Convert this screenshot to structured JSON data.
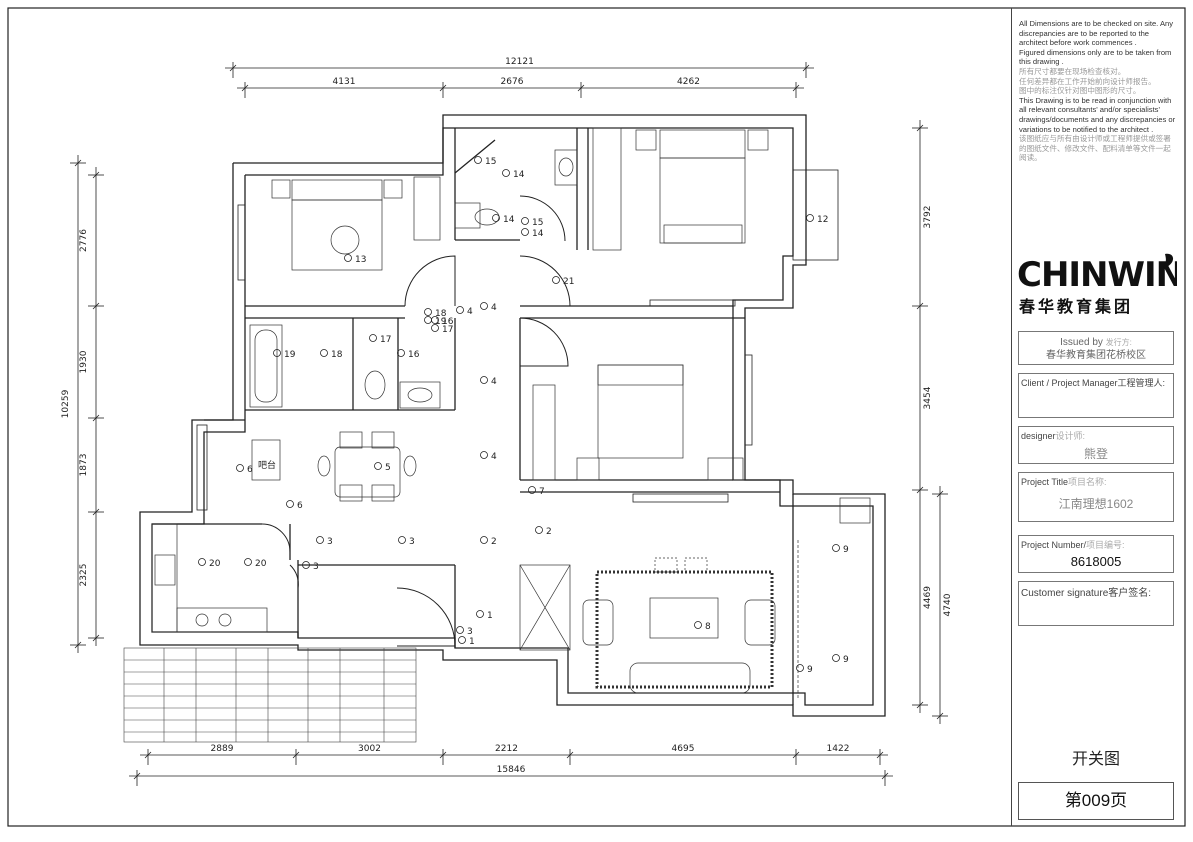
{
  "drawing": {
    "dims_top": {
      "total": "12121",
      "segments": [
        "4131",
        "2676",
        "4262"
      ]
    },
    "dims_bottom": {
      "total": "15846",
      "segments": [
        "2889",
        "3002",
        "2212",
        "4695",
        "1422"
      ]
    },
    "dims_left": {
      "total": "10259",
      "segments": [
        "2776",
        "1930",
        "1873",
        "2325"
      ]
    },
    "dims_right": {
      "inner": [
        "3792",
        "3454",
        "4469"
      ],
      "outer": "4740"
    },
    "room_labels": [
      "12",
      "13",
      "14",
      "14",
      "14",
      "15",
      "15",
      "16",
      "16",
      "17",
      "17",
      "18",
      "18",
      "19",
      "19",
      "20",
      "20",
      "21",
      "1",
      "1",
      "2",
      "2",
      "3",
      "3",
      "3",
      "3",
      "4",
      "4",
      "4",
      "4",
      "5",
      "6",
      "6",
      "7",
      "8",
      "9",
      "9",
      "9"
    ],
    "bar_label": "吧台"
  },
  "notes": [
    {
      "text": "All Dimensions are to be checked on site. Any discrepancies are to be reported to the architect before work commences .",
      "cn": false
    },
    {
      "text": "Figured dimensions only are to be taken from this drawing .",
      "cn": false
    },
    {
      "text": "所有尺寸都要在现场检查核对。",
      "cn": true
    },
    {
      "text": "任何差异都在工作开始前向设计师报告。",
      "cn": true
    },
    {
      "text": "图中的标注仅针对图中图形的尺寸。",
      "cn": true
    },
    {
      "text": "This Drawing is to be read in conjunction with all relevant consultants' and/or specialists' drawings/documents and any discrepancies or variations to be notified to the architect .",
      "cn": false
    },
    {
      "text": "该图纸应与所有由设计师或工程师提供或签署的图纸文件、修改文件、配料清单等文件一起阅读。",
      "cn": true
    }
  ],
  "logo": {
    "name": "CHINWIN",
    "sub": "春华教育集团"
  },
  "issued": {
    "label": "Issued by",
    "label_cn": "发行方:",
    "value": "春华教育集团花桥校区"
  },
  "client": {
    "label": "Client / Project Manager",
    "label_cn": "工程管理人:"
  },
  "designer": {
    "label": "designer",
    "label_cn": "设计师:",
    "value": "熊登"
  },
  "project_title": {
    "label": "Project Title",
    "label_cn": "项目名称:",
    "value": "江南理想1602"
  },
  "project_number": {
    "label": "Project Number/",
    "label_cn": "项目编号:",
    "value": "8618005"
  },
  "customer": {
    "label": "Customer signature",
    "label_cn": "客户签名:"
  },
  "drawing_name": "开关图",
  "page": "第009页"
}
